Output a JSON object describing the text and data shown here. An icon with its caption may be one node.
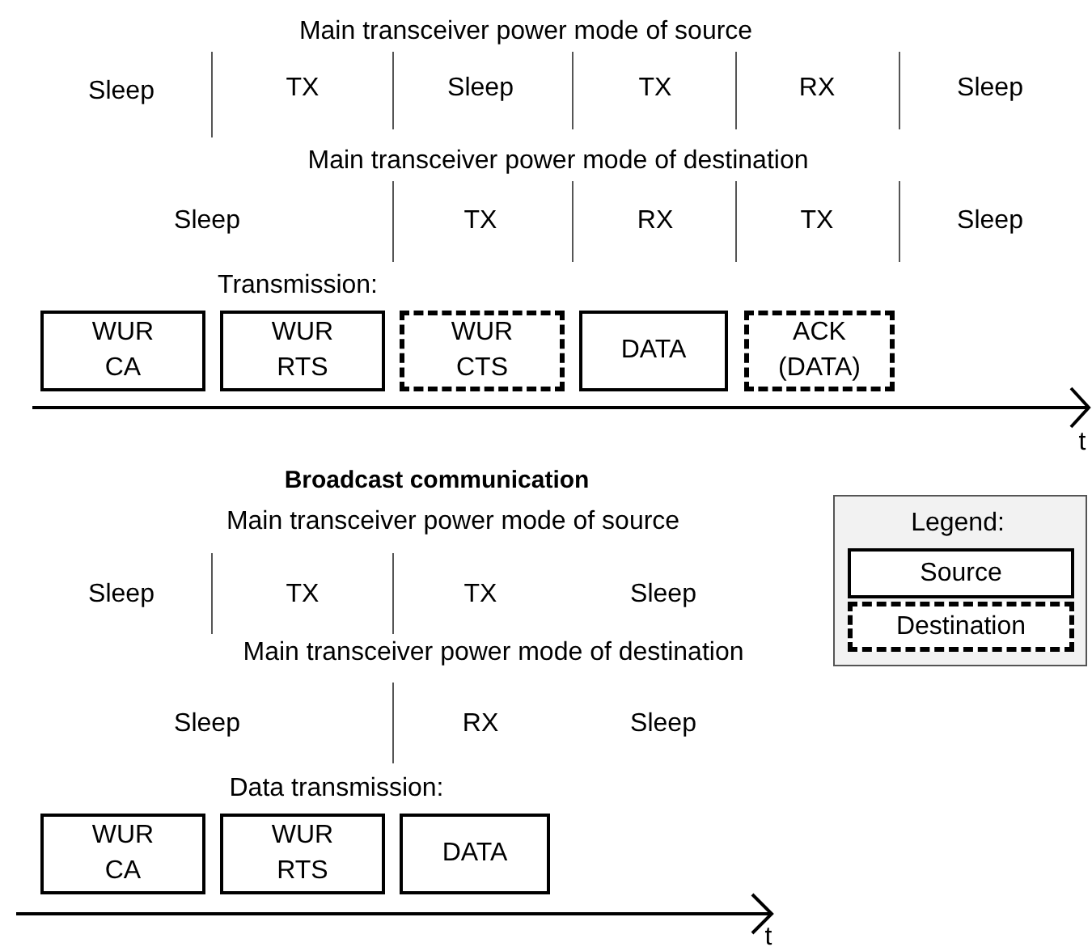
{
  "diagram": {
    "nodes": [
      {
        "text": [
          "WUR CA"
        ]
      },
      {
        "text": [
          "WUR RTS"
        ]
      },
      {
        "text": [
          "WUR CTS"
        ]
      },
      {
        "text": [
          "DATA"
        ]
      },
      {
        "text": [
          "ACK (DATA)"
        ]
      },
      {
        "text": [
          "WUR CA"
        ]
      },
      {
        "text": [
          "WUR RTS"
        ]
      },
      {
        "text": [
          "DATA"
        ]
      }
    ],
    "edges": [],
    "labels": [
      "Main transceiver power mode of source",
      "Sleep",
      "TX",
      "Sleep",
      "TX",
      "RX",
      "Sleep",
      "Main transceiver power mode of destination",
      "Sleep",
      "TX",
      "RX",
      "TX",
      "Sleep",
      "Transmission:",
      "t",
      "Broadcast communication",
      "Main transceiver power mode of source",
      "Legend:",
      "Sleep",
      "TX",
      "TX",
      "Sleep",
      "Main transceiver power mode of destination",
      "Sleep",
      "RX",
      "Sleep",
      "Data transmission:",
      "t"
    ],
    "legend": [
      {
        "text": "Source"
      },
      {
        "text": "Destination"
      }
    ]
  }
}
